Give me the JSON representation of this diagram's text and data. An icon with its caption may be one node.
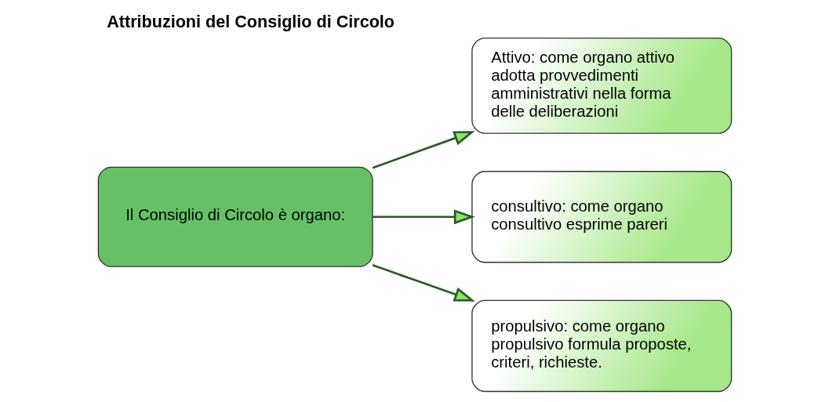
{
  "diagram": {
    "title": "Attribuzioni del Consiglio di Circolo",
    "nodes": [
      {
        "text": [
          "Il Consiglio di Circolo è organo:"
        ]
      },
      {
        "text": [
          "Attivo: come organo attivo adotta provvedimenti amministrativi nella forma delle deliberazioni"
        ]
      },
      {
        "text": [
          "consultivo: come organo consultivo esprime pareri"
        ]
      },
      {
        "text": [
          "propulsivo: come organo propulsivo formula proposte, criteri, richieste."
        ]
      }
    ],
    "edges": [
      {
        "from": 0,
        "to": 1,
        "arrow": "to"
      },
      {
        "from": 0,
        "to": 2,
        "arrow": "to"
      },
      {
        "from": 0,
        "to": 3,
        "arrow": "to"
      }
    ]
  }
}
